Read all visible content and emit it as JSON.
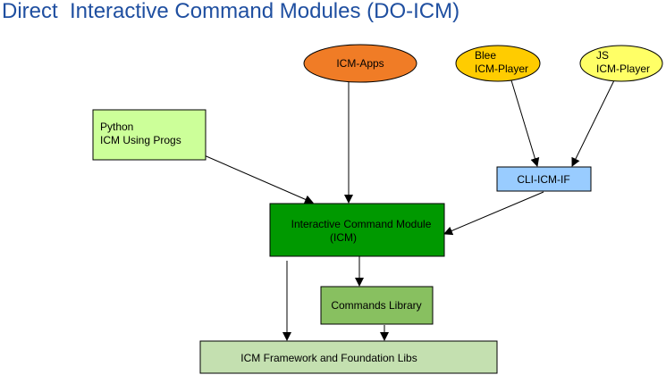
{
  "title": "Direct  Interactive Command Modules (DO-ICM)",
  "nodes": {
    "icm_apps": {
      "label": "ICM-Apps",
      "fill": "#f07c26"
    },
    "blee_player": {
      "line1": "Blee",
      "line2": "ICM-Player",
      "fill": "#ffcc00"
    },
    "js_player": {
      "line1": "JS",
      "line2": "ICM-Player",
      "fill": "#ffff66"
    },
    "python_progs": {
      "line1": "Python",
      "line2": "ICM Using Progs",
      "fill": "#ccff99"
    },
    "cli_icm_if": {
      "label": "CLI-ICM-IF",
      "fill": "#99ccff"
    },
    "icm_module": {
      "line1": "Interactive Command Module",
      "line2": "(ICM)",
      "fill": "#009900"
    },
    "commands_library": {
      "label": "Commands Library",
      "fill": "#88c060"
    },
    "framework_libs": {
      "label": "ICM Framework and Foundation Libs",
      "fill": "#c4e0b0"
    }
  }
}
